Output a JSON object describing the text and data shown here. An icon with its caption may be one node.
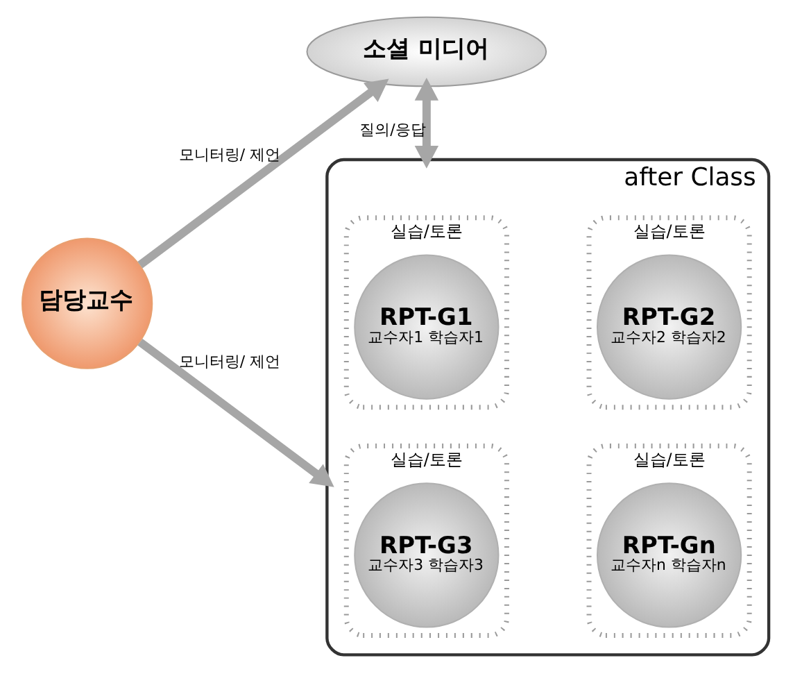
{
  "diagram": {
    "nodes": [
      {
        "text": [
          "소셜 미디어"
        ]
      },
      {
        "text": [
          "담당교수"
        ]
      },
      {
        "text": [
          "after Class"
        ]
      },
      {
        "text": [
          "실습/토론"
        ],
        "in": 2
      },
      {
        "text": [
          "RPT-G1",
          "교수자1 학습자1"
        ],
        "in": 3
      },
      {
        "text": [
          "실습/토론"
        ],
        "in": 2
      },
      {
        "text": [
          "RPT-G2",
          "교수자2 학습자2"
        ],
        "in": 5
      },
      {
        "text": [
          "실습/토론"
        ],
        "in": 2
      },
      {
        "text": [
          "RPT-G3",
          "교수자3 학습자3"
        ],
        "in": 7
      },
      {
        "text": [
          "실습/토론"
        ],
        "in": 2
      },
      {
        "text": [
          "RPT-Gn",
          "교수자n 학습자n"
        ],
        "in": 9
      }
    ],
    "edges": [
      {
        "from": 0,
        "to": 2,
        "label": "질의/응답",
        "arrow": "both"
      },
      {
        "from": 1,
        "to": 0,
        "label": "모니터링/ 제언",
        "arrow": "to"
      },
      {
        "from": 1,
        "to": 2,
        "label": "모니터링/ 제언",
        "arrow": "to"
      }
    ]
  }
}
